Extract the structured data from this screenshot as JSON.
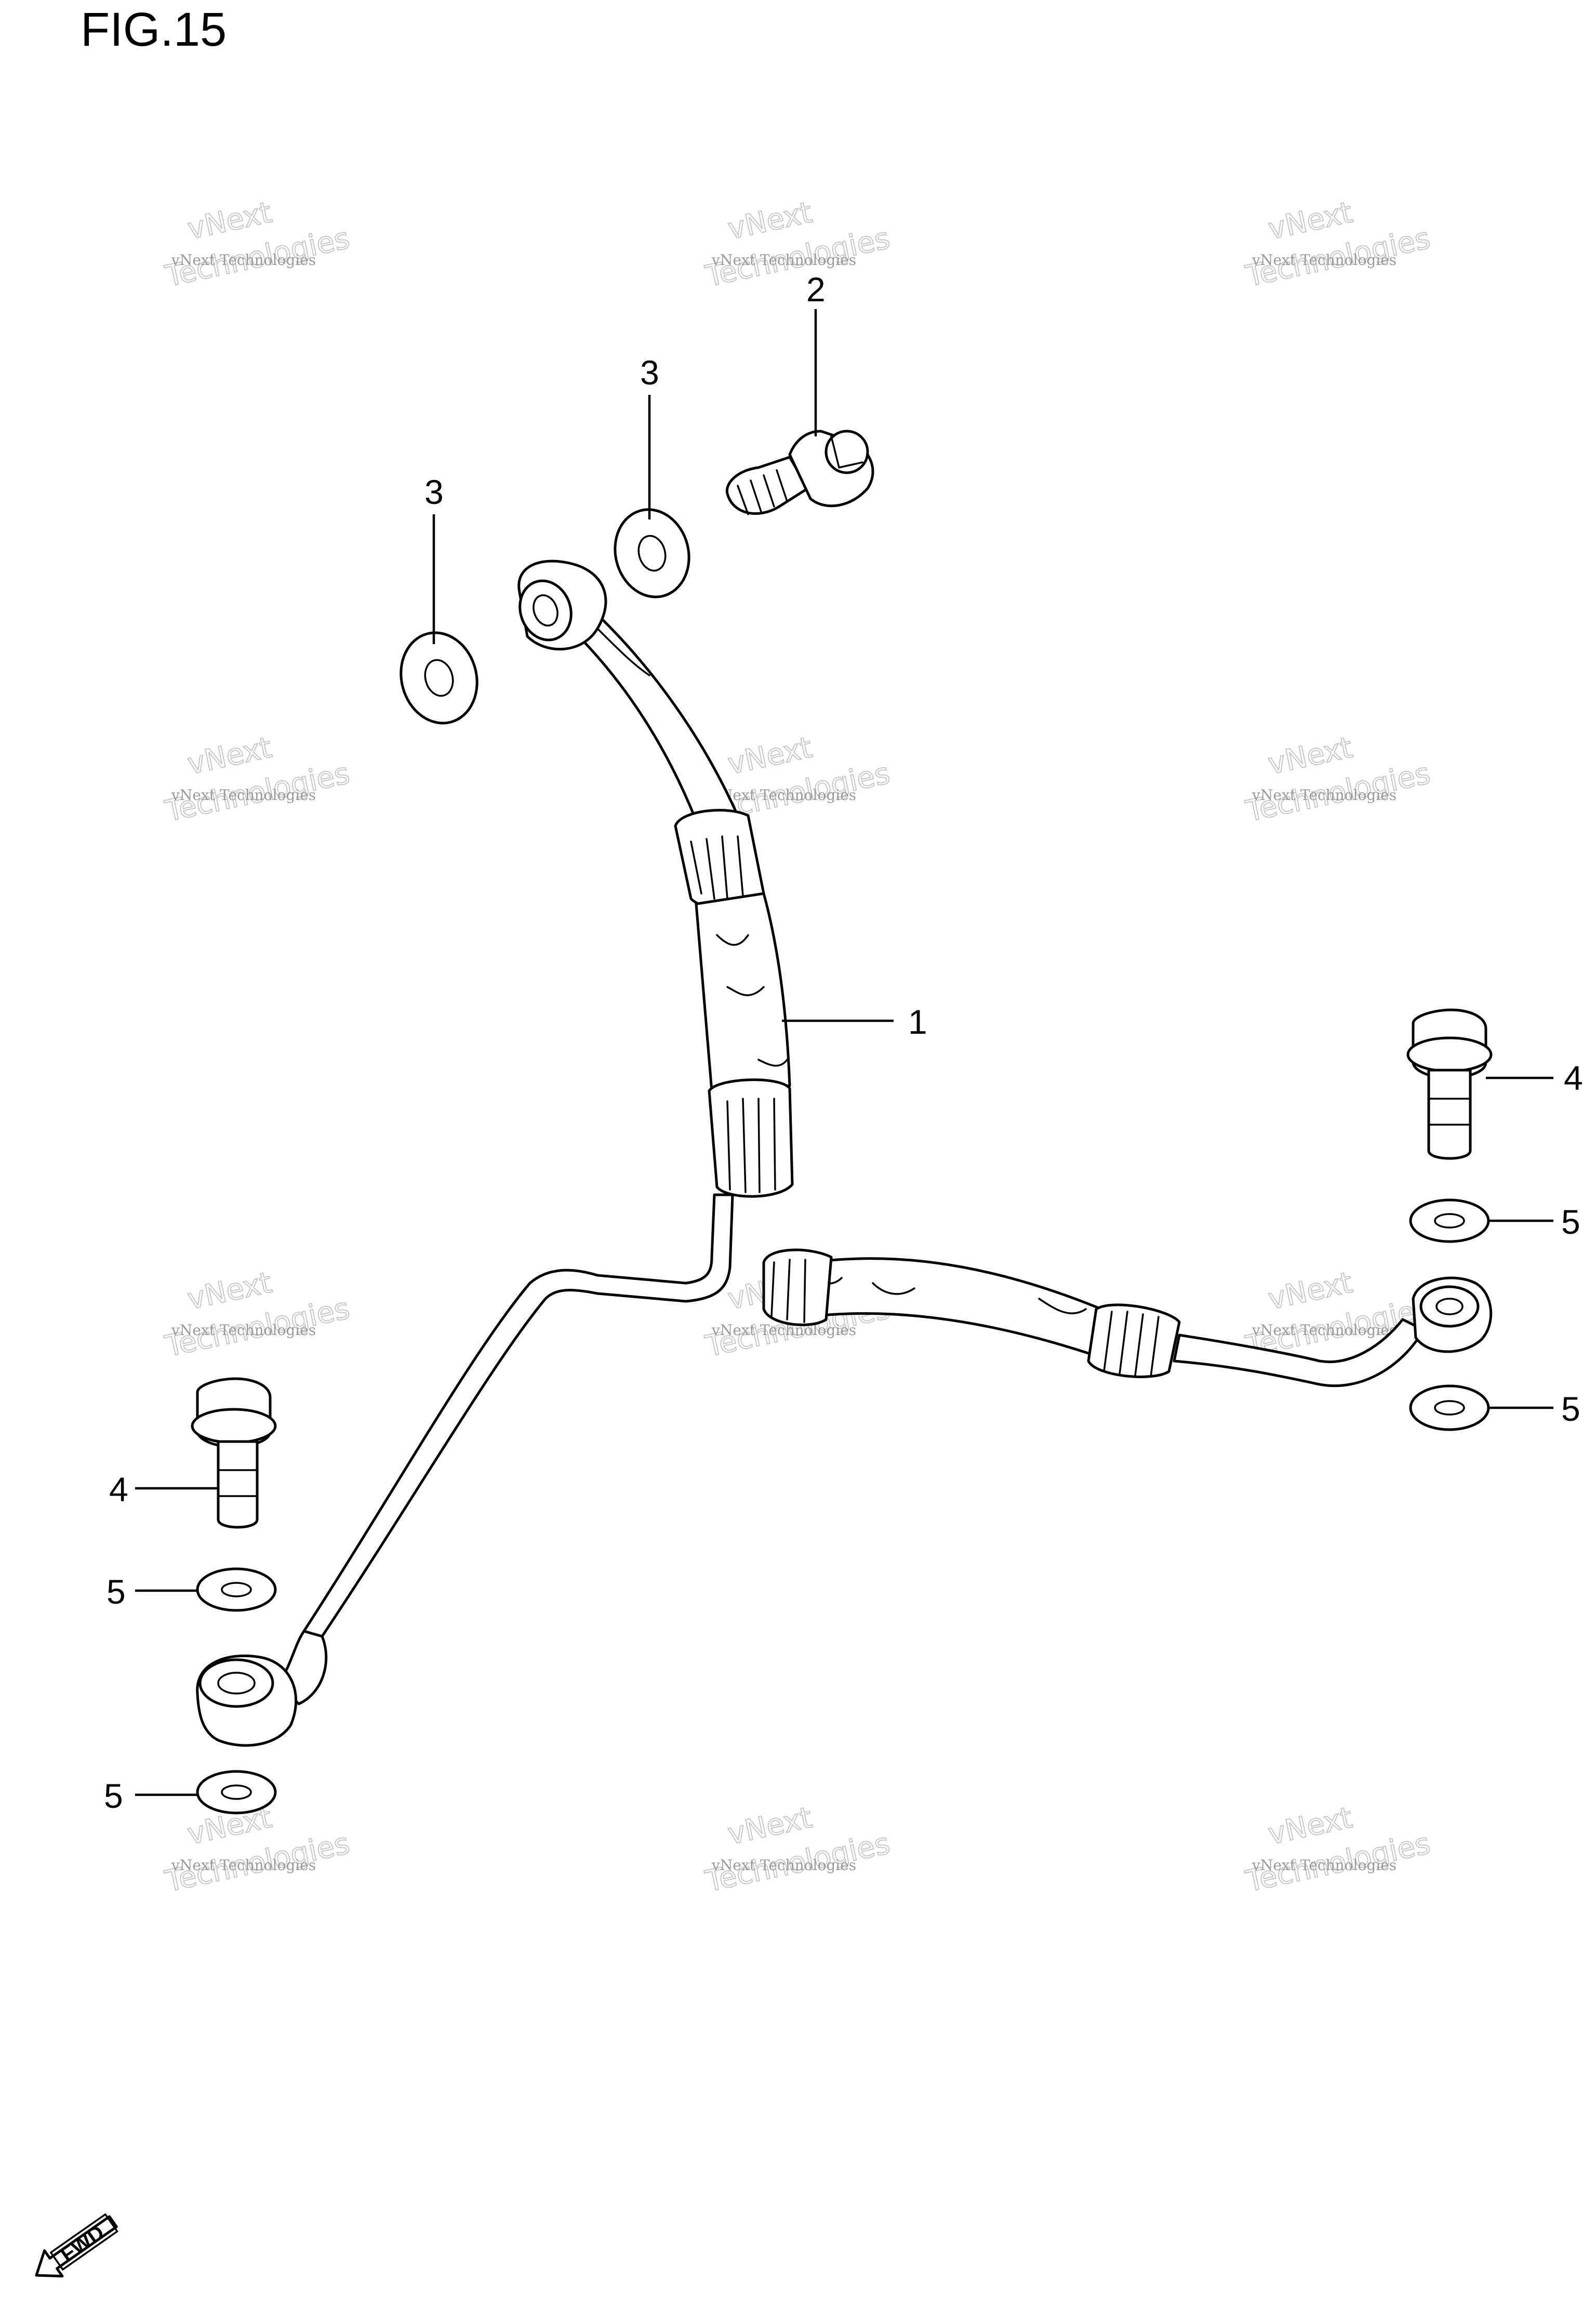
{
  "figure": {
    "title": "FIG.15"
  },
  "callouts": {
    "part1": "1",
    "part2": "2",
    "part3_upper": "3",
    "part3_lower": "3",
    "part4_right": "4",
    "part4_left": "4",
    "part5_right_top": "5",
    "part5_right_bottom": "5",
    "part5_left_top": "5",
    "part5_left_bottom": "5"
  },
  "watermark": {
    "line1": "vNext Technologies",
    "line2": "vNext",
    "line3": "Technologies"
  },
  "direction_indicator": {
    "label": "FWD"
  }
}
